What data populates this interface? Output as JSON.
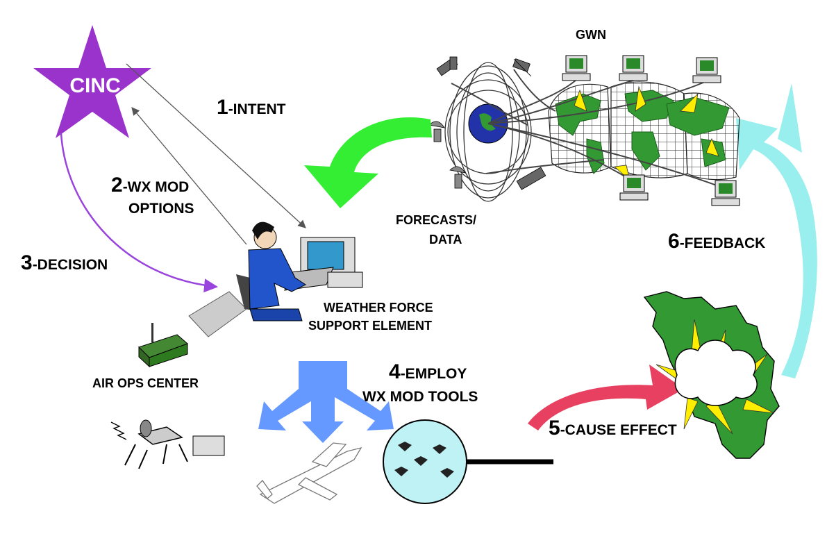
{
  "nodes": {
    "cinc": "CINC",
    "gwn": "GWN",
    "forecasts_line1": "FORECASTS/",
    "forecasts_line2": "DATA",
    "wfse_line1": "WEATHER FORCE",
    "wfse_line2": "SUPPORT ELEMENT",
    "air_ops": "AIR OPS CENTER"
  },
  "steps": [
    {
      "num": "1",
      "text": "-INTENT"
    },
    {
      "num": "2",
      "text": "-WX MOD",
      "line2": "OPTIONS"
    },
    {
      "num": "3",
      "text": "-DECISION"
    },
    {
      "num": "4",
      "text": "-EMPLOY",
      "line2": "WX MOD TOOLS"
    },
    {
      "num": "5",
      "text": "-CAUSE EFFECT"
    },
    {
      "num": "6",
      "text": "-FEEDBACK"
    }
  ],
  "colors": {
    "star": "#9933cc",
    "forecast_arrow": "#33ee33",
    "feedback_arrow": "#99eeee",
    "effect_arrow": "#e84060",
    "employ_arrow": "#6699ff",
    "land": "#339933",
    "tools_circle": "#bff2f5",
    "decision_line": "#9944dd"
  }
}
